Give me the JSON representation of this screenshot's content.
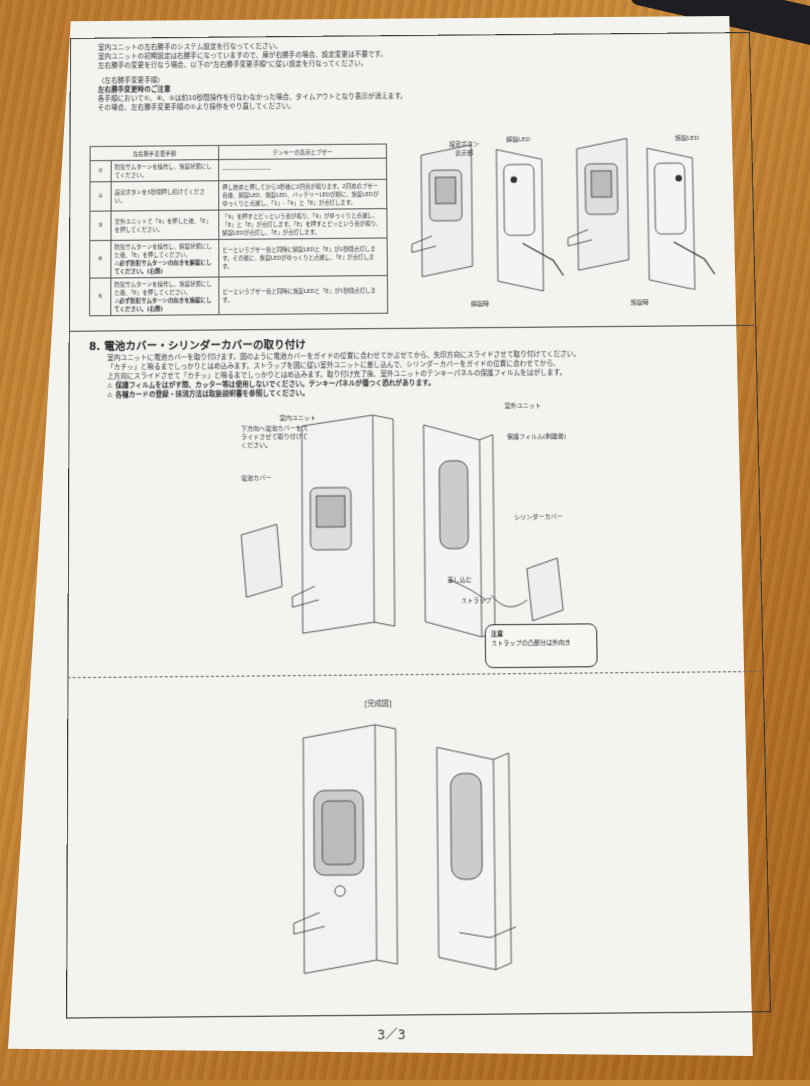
{
  "intro": {
    "line1": "室内ユニットの左右勝手のシステム設定を行なってください。",
    "line2": "室内ユニットの初期設定は右勝手になっていますので、扉が右勝手の場合、設定変更は不要です。",
    "line3": "左右勝手の変更を行なう場合、以下の\"左右勝手変更手順\"に従い設定を行なってください。"
  },
  "procedure": {
    "heading": "〈左右勝手変更手順〉",
    "caution_title": "左右勝手変更時のご注意",
    "caution1": "各手順において①、④、⑤は約10秒間操作を行なわなかった場合、タイムアウトとなり表示が消えます。",
    "caution2": "その場合、左右勝手変更手順の①より操作をやり直してください。"
  },
  "table": {
    "headers": [
      "左右勝手変更手順",
      "テンキーの表示とブザー"
    ],
    "rows": [
      {
        "num": "①",
        "action": "防犯サムターンを操作し、施錠状態にしてください。",
        "result": "―――――――――"
      },
      {
        "num": "②",
        "action": "設定ボタンを3秒間押し続けてください。",
        "result": "押し始めと押してから3秒後に2回音が鳴ります。2回めのブザー音後、解錠LED、施錠LED、バッテリーLEDが順に、施錠LEDがゆっくりと点滅し、「1」-「9」と「E」が点灯します。"
      },
      {
        "num": "③",
        "action": "室外ユニットで「9」を押した後、「E」を押してください。",
        "result": "「9」を押すとピッという音が鳴り、「9」がゆっくりと点滅し、「E」と「E」が点灯します。「E」を押すとピッという音が鳴り、解錠LEDが点灯し、「E」が点灯します。"
      },
      {
        "num": "④",
        "action": "防犯サムターンを操作し、解錠状態にした後、「E」を押してください。",
        "note": "⚠必ず防犯サムターンの向きを解錠にしてください。(右側)",
        "result": "ピーというブザー音と同時に解錠LEDと「E」が1秒間点灯します。その後に、施錠LEDがゆっくりと点滅し、「E」が点灯します。"
      },
      {
        "num": "⑤",
        "action": "防犯サムターンを操作し、施錠状態にした後、「E」を押してください。",
        "note": "⚠必ず防犯サムターンの向きを施錠にしてください。(右側)",
        "result": "ピーというブザー音と同時に施錠LEDと「E」が1秒間点灯します。"
      }
    ]
  },
  "figure_top": {
    "label_setting_button": "設定ボタン",
    "label_display": "表示部",
    "label_unlock_led": "解錠LED",
    "label_lock_led": "施錠LED",
    "caption_unlock": "解錠時",
    "caption_lock": "施錠時"
  },
  "section8": {
    "title": "8.  電池カバー・シリンダーカバーの取り付け",
    "line1": "室内ユニットに電池カバーを取り付けます。図のように電池カバーをガイドの位置に合わせてかぶせてから、矢印方向にスライドさせて取り付けてください。",
    "line2": "「カチッ」と鳴るまでしっかりとはめ込みます。ストラップを図に従い室外ユニットに差し込んで、シリンダーカバーをガイドの位置に合わせてから、",
    "line3": "上方向にスライドさせて「カチッ」と鳴るまでしっかりとはめ込みます。取り付け完了後、室外ユニットのテンキーパネルの保護フィルムをはがします。",
    "warn1": "⚠ 保護フィルムをはがす際、カッター等は使用しないでください。テンキーパネルが傷つく恐れがあります。",
    "warn2": "⚠ 各種カードの登録・抹消方法は取扱説明書を参照してください。"
  },
  "figure_mid": {
    "label_indoor": "室内ユニット",
    "label_slide": "下方向へ電池カバーをスライドさせて取り付けてください。",
    "label_battery_cover": "電池カバー",
    "label_outdoor": "室外ユニット",
    "label_film": "保護フィルム(剥離後)",
    "label_cylinder_cover": "シリンダーカバー",
    "label_insert": "差し込む",
    "label_strap": "ストラップ",
    "note_title": "注意",
    "note_body": "ストラップの凸部分は外向き"
  },
  "complete_label": "[完成図]",
  "page_number": "3／3"
}
